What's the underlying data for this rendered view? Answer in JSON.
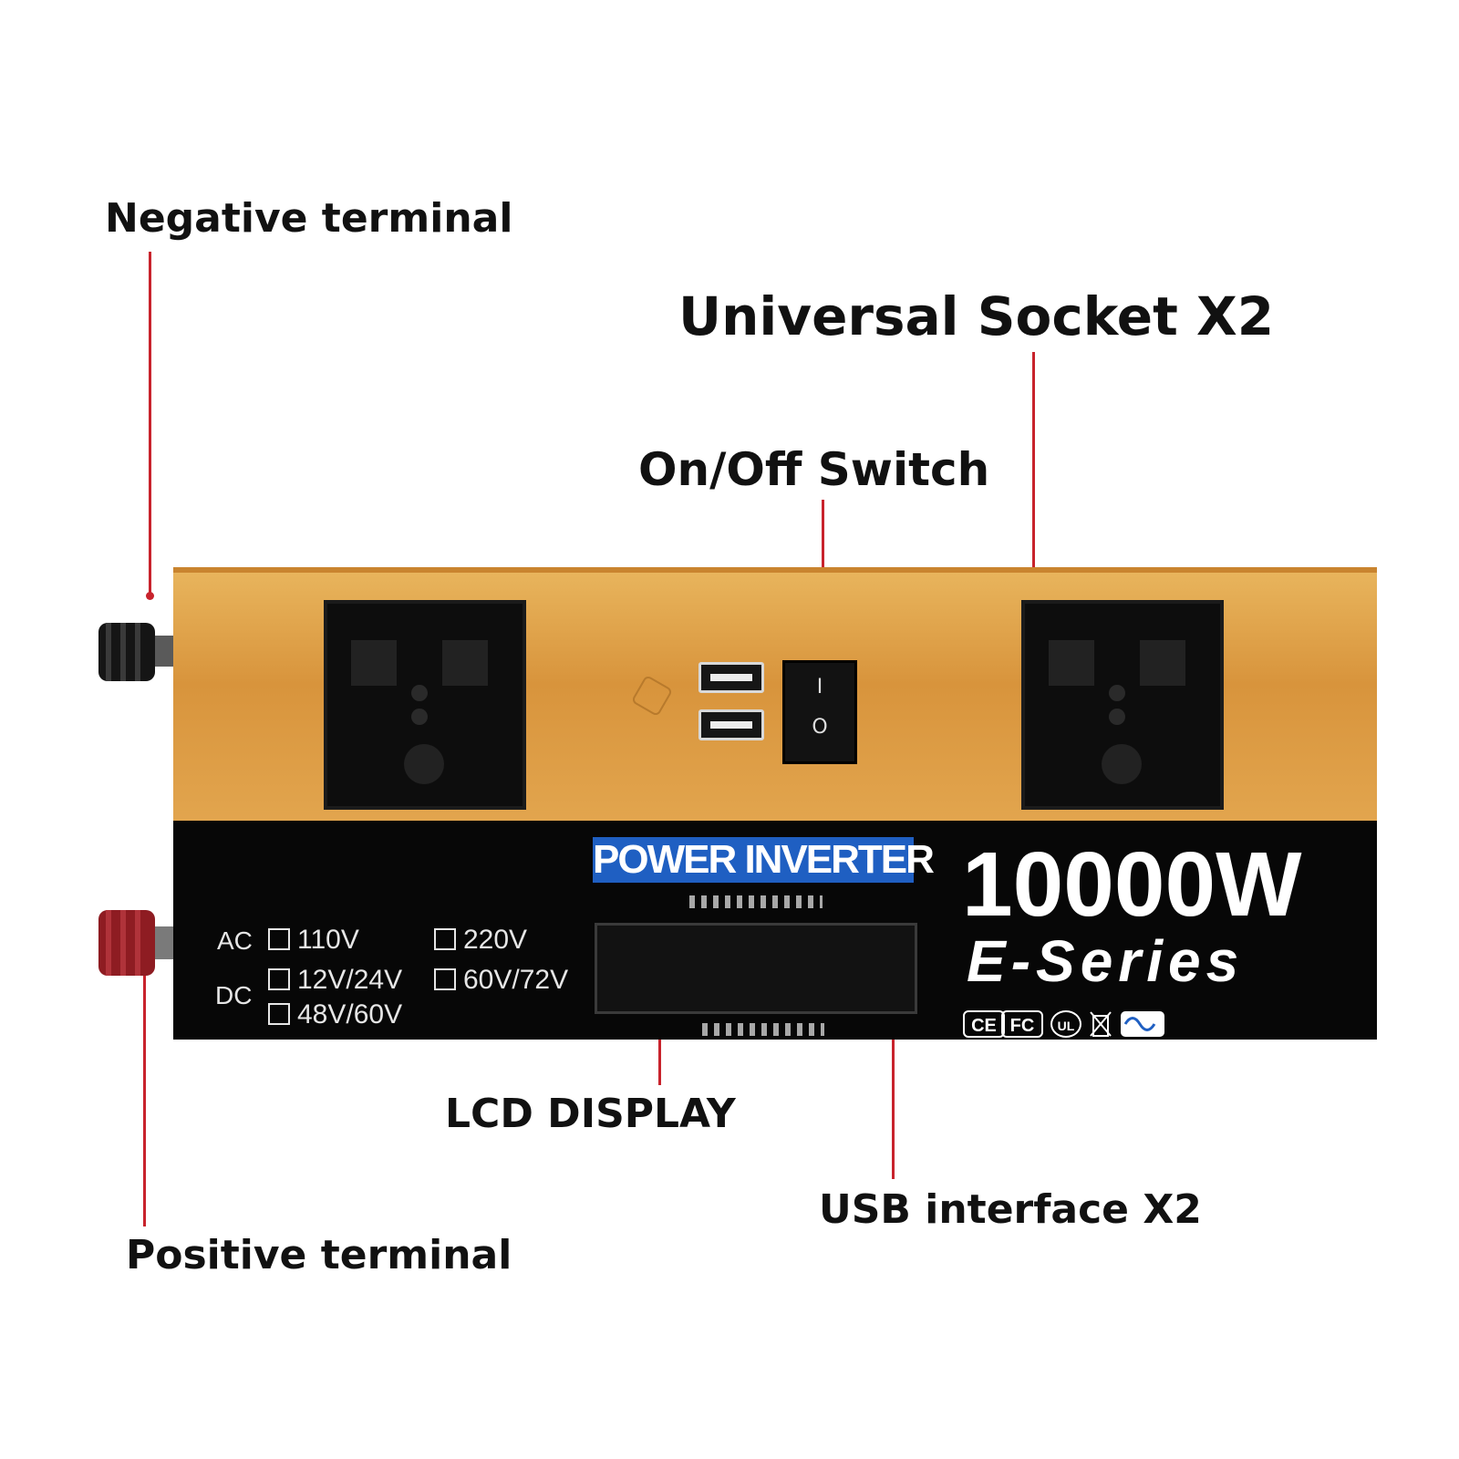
{
  "callouts": {
    "negative_terminal": "Negative terminal",
    "universal_socket": "Universal Socket X2",
    "on_off_switch": "On/Off Switch",
    "lcd_display": "LCD DISPLAY",
    "usb_interface": "USB interface X2",
    "positive_terminal": "Positive terminal"
  },
  "panel": {
    "title": "POWER INVERTER",
    "rating": "10000W",
    "series": "E-Series",
    "switch_on_symbol": "I",
    "switch_off_symbol": "O",
    "ac_label": "AC",
    "dc_label": "DC",
    "ac_options": [
      "110V",
      "220V"
    ],
    "dc_options": [
      "12V/24V",
      "60V/72V",
      "48V/60V"
    ],
    "marks": [
      "CE",
      "FC",
      "UL"
    ]
  },
  "colors": {
    "leader": "#c8232c",
    "housing_gold": "#d8943c",
    "title_blue": "#1f5fc2"
  }
}
